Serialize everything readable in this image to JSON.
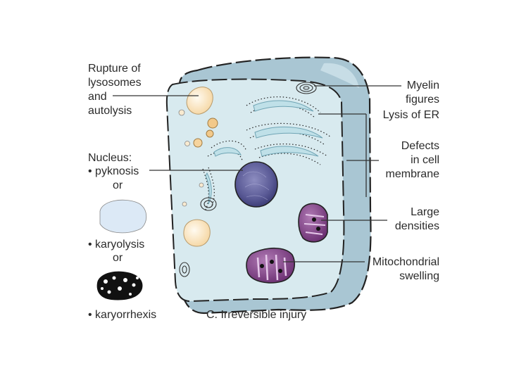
{
  "title": "C. Irreversible injury",
  "labels_left": {
    "rupture": [
      "Rupture of",
      "lysosomes",
      "and",
      "autolysis"
    ],
    "nucleus_heading": "Nucleus:",
    "pyknosis": "• pyknosis",
    "or1": "or",
    "karyolysis": "• karyolysis",
    "or2": "or",
    "karyorrhexis": "• karyorrhexis"
  },
  "labels_right": {
    "myelin": [
      "Myelin",
      "figures"
    ],
    "lysis_er": "Lysis of ER",
    "defects": [
      "Defects",
      "in cell",
      "membrane"
    ],
    "densities": [
      "Large",
      "densities"
    ],
    "mito": [
      "Mitochondrial",
      "swelling"
    ]
  },
  "colors": {
    "cell_fill": "#d8eaef",
    "membrane_dark": "#a9c6d3",
    "outline": "#222222",
    "lysosome": "#fde6c4",
    "nucleus": "#5a5a96",
    "mitochondria": "#7a3f7f",
    "karyolysis_fill": "#dce9f6"
  }
}
